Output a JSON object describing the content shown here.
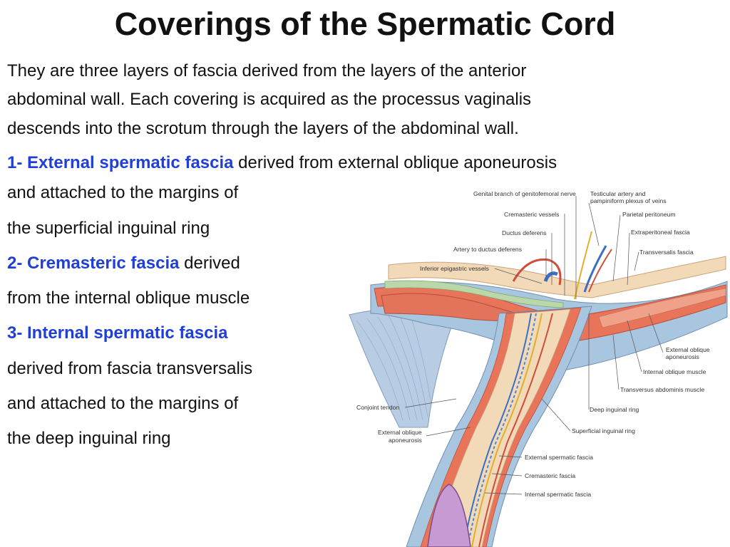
{
  "title": "Coverings of the Spermatic Cord",
  "intro": [
    "They are three layers of fascia derived from the layers of the anterior",
    "abdominal wall. Each covering is acquired as the processus vaginalis",
    "descends into the scrotum through the layers of the abdominal wall."
  ],
  "items": [
    {
      "heading": "1- External spermatic fascia",
      "rest": " derived from external oblique aponeurosis"
    },
    {
      "heading": "2- Cremasteric fascia",
      "rest": " derived"
    },
    {
      "heading": "3- Internal spermatic fascia",
      "rest": ""
    }
  ],
  "body_lines": {
    "l1b": "and attached to the margins of",
    "l1c": "the superficial inguinal ring",
    "l2b": "from the internal oblique muscle",
    "l3b": "derived from fascia transversalis",
    "l3c": "and attached to the margins of",
    "l3d": "the deep inguinal ring"
  },
  "diagram_labels": {
    "genital_branch": "Genital branch of genitofemoral nerve",
    "testicular_artery_1": "Testicular artery and",
    "testicular_artery_2": "pampiniform plexus of veins",
    "cremasteric_vessels": "Cremasteric vessels",
    "parietal_peritoneum": "Parietal peritoneum",
    "ductus_deferens": "Ductus deferens",
    "extraperitoneal_fascia": "Extraperitoneal fascia",
    "artery_to_ductus": "Artery to ductus deferens",
    "transversalis_fascia": "Transversalis fascia",
    "inferior_epigastric": "Inferior epigastric vessels",
    "external_oblique_apo_r1": "External oblique",
    "external_oblique_apo_r2": "aponeurosis",
    "internal_oblique": "Internal oblique muscle",
    "transversus_abdominis": "Transversus abdominis muscle",
    "conjoint_tendon": "Conjoint tendon",
    "deep_ring": "Deep inguinal ring",
    "external_oblique_apo_l1": "External oblique",
    "external_oblique_apo_l2": "aponeurosis",
    "superficial_ring": "Superficial inguinal ring",
    "external_spermatic_fascia": "External spermatic fascia",
    "cremasteric_fascia": "Cremasteric fascia",
    "internal_spermatic_fascia": "Internal spermatic fascia"
  },
  "colors": {
    "heading_blue": "#1f3fd8",
    "muscle_red": "#e8745a",
    "fascia_blue": "#a9c6e0",
    "membrane_green": "#b9d7a8"
  }
}
